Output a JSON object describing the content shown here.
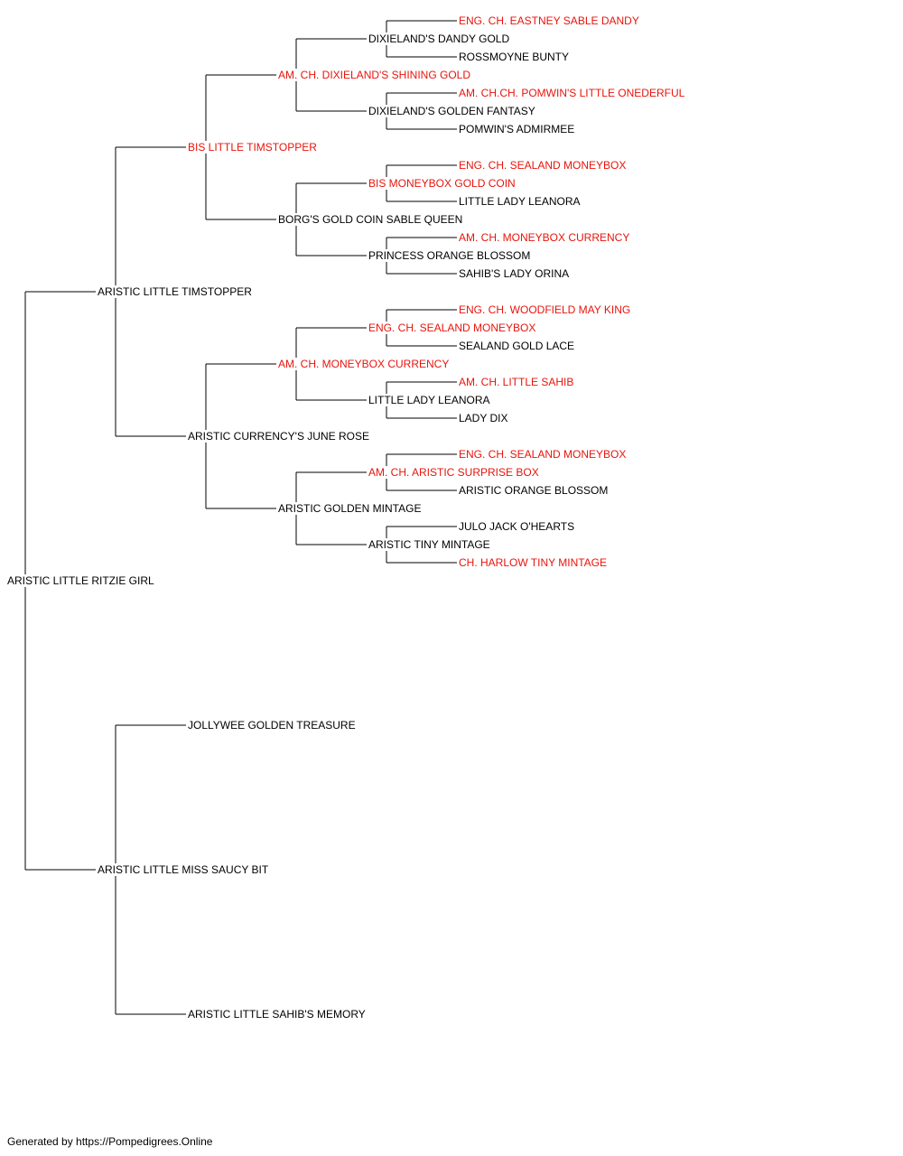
{
  "colors": {
    "champion": "#e8140c",
    "normal": "#000000",
    "line": "#000000"
  },
  "tree": {
    "name": "ARISTIC LITTLE RITZIE GIRL",
    "champion": false,
    "sire": {
      "name": "ARISTIC LITTLE TIMSTOPPER",
      "champion": false,
      "sire": {
        "name": "BIS LITTLE TIMSTOPPER",
        "champion": true,
        "sire": {
          "name": "AM. CH. DIXIELAND'S SHINING GOLD",
          "champion": true,
          "sire": {
            "name": "DIXIELAND'S DANDY GOLD",
            "champion": false,
            "sire": {
              "name": "ENG. CH. EASTNEY SABLE DANDY",
              "champion": true
            },
            "dam": {
              "name": "ROSSMOYNE BUNTY",
              "champion": false
            }
          },
          "dam": {
            "name": "DIXIELAND'S GOLDEN FANTASY",
            "champion": false,
            "sire": {
              "name": "AM. CH.CH. POMWIN'S LITTLE ONEDERFUL",
              "champion": true
            },
            "dam": {
              "name": "POMWIN'S ADMIRMEE",
              "champion": false
            }
          }
        },
        "dam": {
          "name": "BORG'S GOLD COIN SABLE QUEEN",
          "champion": false,
          "sire": {
            "name": "BIS MONEYBOX GOLD COIN",
            "champion": true,
            "sire": {
              "name": "ENG. CH. SEALAND MONEYBOX",
              "champion": true
            },
            "dam": {
              "name": "LITTLE LADY LEANORA",
              "champion": false
            }
          },
          "dam": {
            "name": "PRINCESS ORANGE BLOSSOM",
            "champion": false,
            "sire": {
              "name": "AM. CH. MONEYBOX CURRENCY",
              "champion": true
            },
            "dam": {
              "name": "SAHIB'S LADY ORINA",
              "champion": false
            }
          }
        }
      },
      "dam": {
        "name": "ARISTIC CURRENCY'S JUNE ROSE",
        "champion": false,
        "sire": {
          "name": "AM. CH. MONEYBOX CURRENCY",
          "champion": true,
          "sire": {
            "name": "ENG. CH. SEALAND MONEYBOX",
            "champion": true,
            "sire": {
              "name": "ENG. CH. WOODFIELD MAY KING",
              "champion": true
            },
            "dam": {
              "name": "SEALAND GOLD LACE",
              "champion": false
            }
          },
          "dam": {
            "name": "LITTLE LADY LEANORA",
            "champion": false,
            "sire": {
              "name": "AM. CH. LITTLE SAHIB",
              "champion": true
            },
            "dam": {
              "name": "LADY DIX",
              "champion": false
            }
          }
        },
        "dam": {
          "name": "ARISTIC GOLDEN MINTAGE",
          "champion": false,
          "sire": {
            "name": "AM. CH. ARISTIC SURPRISE BOX",
            "champion": true,
            "sire": {
              "name": "ENG. CH. SEALAND MONEYBOX",
              "champion": true
            },
            "dam": {
              "name": "ARISTIC ORANGE BLOSSOM",
              "champion": false
            }
          },
          "dam": {
            "name": "ARISTIC TINY MINTAGE",
            "champion": false,
            "sire": {
              "name": "JULO JACK O'HEARTS",
              "champion": false
            },
            "dam": {
              "name": "CH. HARLOW TINY MINTAGE",
              "champion": true
            }
          }
        }
      }
    },
    "dam": {
      "name": "ARISTIC LITTLE MISS SAUCY BIT",
      "champion": false,
      "sire": {
        "name": "JOLLYWEE GOLDEN TREASURE",
        "champion": false
      },
      "dam": {
        "name": "ARISTIC LITTLE SAHIB'S MEMORY",
        "champion": false
      }
    }
  },
  "footer": {
    "text": "Generated by https://Pompedigrees.Online"
  }
}
